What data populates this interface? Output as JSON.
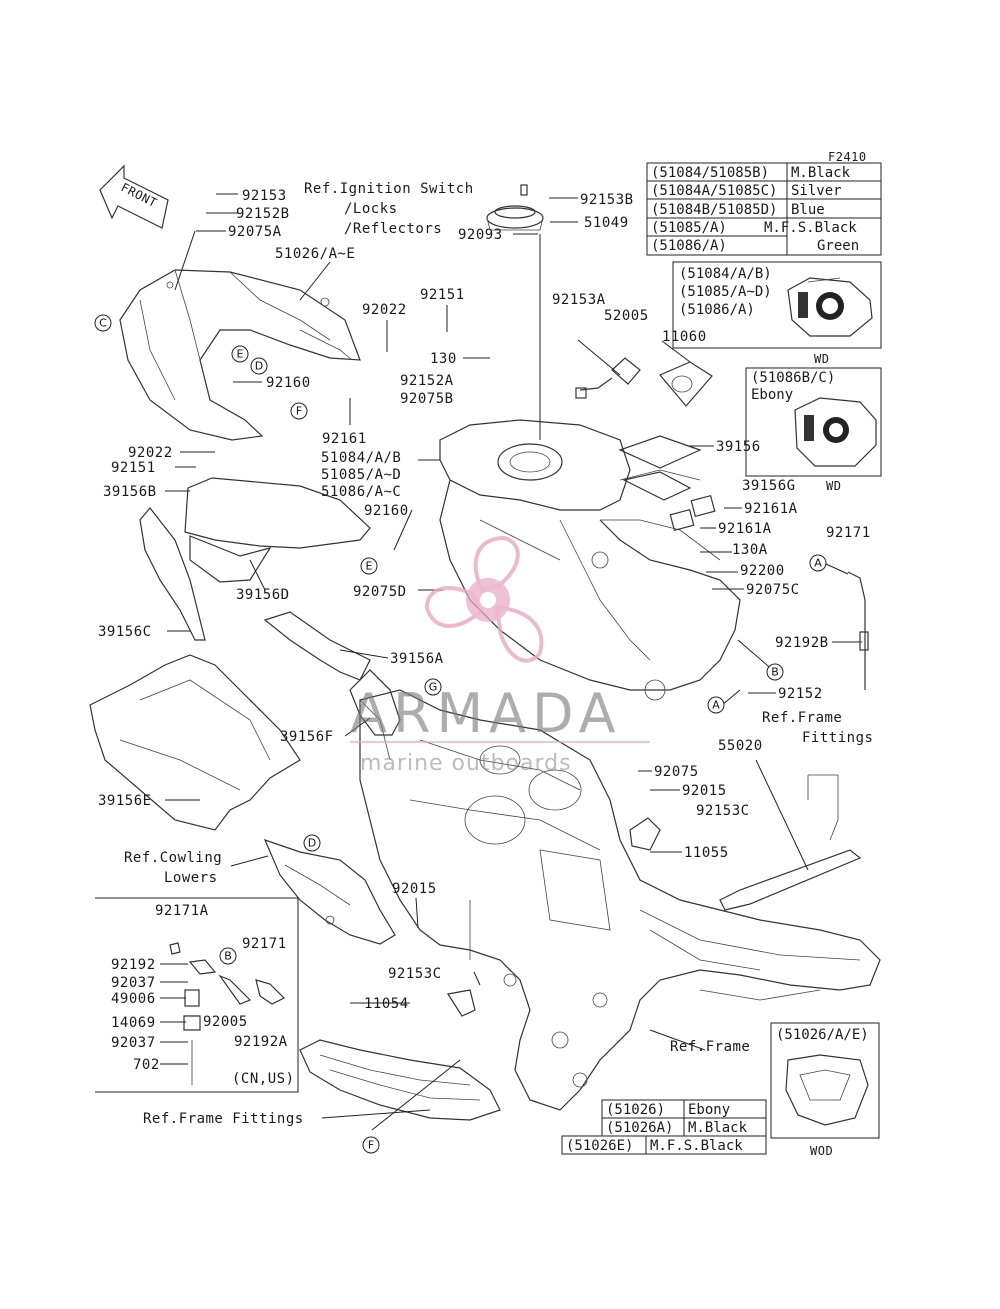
{
  "figure_code": "F2410",
  "front_label": "FRONT",
  "watermark": {
    "brand": "ARMADA",
    "sub": "marine outboards",
    "brand_color": "#e8a8c4"
  },
  "color_table": [
    [
      "(51084/51085B)",
      "M.Black"
    ],
    [
      "(51084A/51085C)",
      "Silver"
    ],
    [
      "(51084B/51085D)",
      "Blue"
    ],
    [
      "(51085/A)",
      "M.F.S.Black"
    ],
    [
      "(51086/A)",
      "Green"
    ]
  ],
  "inset_wd1": {
    "lines": [
      "(51084/A/B)",
      "(51085/A~D)",
      "(51086/A)"
    ],
    "caption": "WD"
  },
  "inset_wd2": {
    "lines": [
      "(51086B/C)",
      "Ebony"
    ],
    "caption": "WD"
  },
  "inset_wod": {
    "lines": [
      "(51026/A/E)"
    ],
    "caption": "WOD"
  },
  "cowl_table": [
    [
      "(51026)",
      "Ebony"
    ],
    [
      "(51026A)",
      "M.Black"
    ],
    [
      "(51026E)",
      "M.F.S.Black"
    ]
  ],
  "subbox": {
    "title": "92171A",
    "footer": "(CN,US)"
  },
  "labels": {
    "p92153": "92153",
    "p92152B": "92152B",
    "p92075A": "92075A",
    "ref_ign_1": "Ref.Ignition Switch",
    "ref_ign_2": "/Locks",
    "ref_ign_3": "/Reflectors",
    "p51026": "51026/A~E",
    "p92022a": "92022",
    "p92151a": "92151",
    "p130": "130",
    "p92152A": "92152A",
    "p92075B": "92075B",
    "p92160a": "92160",
    "p92161": "92161",
    "p92022b": "92022",
    "p92151b": "92151",
    "p39156B": "39156B",
    "p39156D": "39156D",
    "p39156C": "39156C",
    "p39156A": "39156A",
    "p39156F": "39156F",
    "p39156E": "39156E",
    "ref_cowl_1": "Ref.Cowling",
    "ref_cowl_2": "Lowers",
    "p92153B": "92153B",
    "p51049": "51049",
    "p92093": "92093",
    "p92153A": "92153A",
    "p52005": "52005",
    "p11060": "11060",
    "p39156": "39156",
    "p39156G": "39156G",
    "p92161A1": "92161A",
    "p92161A2": "92161A",
    "p130A": "130A",
    "p92200": "92200",
    "p92075C": "92075C",
    "p92171": "92171",
    "p92192B": "92192B",
    "p92152": "92152",
    "ref_frame_fit_1": "Ref.Frame",
    "ref_frame_fit_2": "Fittings",
    "p55020": "55020",
    "p92075": "92075",
    "p92015a": "92015",
    "p92153C": "92153C",
    "p11055": "11055",
    "p51084": "51084/A/B",
    "p51085": "51085/A~D",
    "p51086": "51086/A~C",
    "p92160b": "92160",
    "p92075D": "92075D",
    "p92015b": "92015",
    "p92153Cb": "92153C",
    "p11054": "11054",
    "ref_frame": "Ref.Frame",
    "ref_frame_fittings_bottom": "Ref.Frame Fittings",
    "sb_92192": "92192",
    "sb_92037a": "92037",
    "sb_49006": "49006",
    "sb_14069": "14069",
    "sb_92037b": "92037",
    "sb_702": "702",
    "sb_92005": "92005",
    "sb_92171": "92171",
    "sb_92192A": "92192A"
  },
  "callouts": [
    "A",
    "B",
    "C",
    "D",
    "E",
    "F",
    "G"
  ]
}
